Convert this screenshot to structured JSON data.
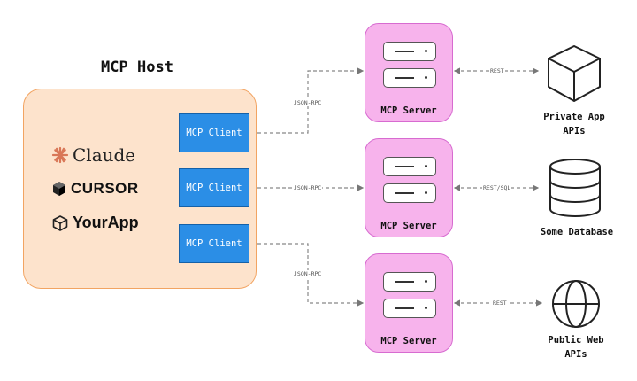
{
  "host": {
    "title": "MCP Host",
    "apps": [
      {
        "label": "Claude",
        "icon": "claude-sparkle-icon"
      },
      {
        "label": "CURSOR",
        "icon": "cursor-cube-icon"
      },
      {
        "label": "YourApp",
        "icon": "cube-outline-icon"
      }
    ]
  },
  "clients": [
    "MCP Client",
    "MCP Client",
    "MCP Client"
  ],
  "servers": [
    "MCP Server",
    "MCP Server",
    "MCP Server"
  ],
  "connections": {
    "client_server": [
      "JSON-RPC",
      "JSON-RPC",
      "JSON-RPC"
    ],
    "server_resource": [
      "REST",
      "REST/SQL",
      "REST"
    ]
  },
  "resources": [
    {
      "line1": "Private App",
      "line2": "APIs",
      "icon": "cube-icon"
    },
    {
      "line1": "Some Database",
      "line2": "",
      "icon": "database-icon"
    },
    {
      "line1": "Public Web",
      "line2": "APIs",
      "icon": "globe-icon"
    }
  ],
  "colors": {
    "host_fill": "#fde3cc",
    "host_border": "#f2a462",
    "client_fill": "#2b8ee6",
    "server_fill": "#f7b3ec",
    "server_border": "#d76bd0",
    "claude_accent": "#d97757"
  }
}
